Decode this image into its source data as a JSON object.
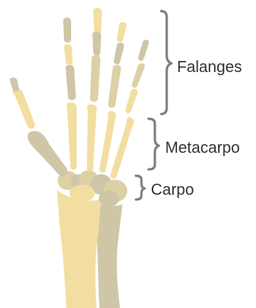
{
  "labels": {
    "phalanges": "Falanges",
    "metacarpus": "Metacarpo",
    "carpus": "Carpo"
  },
  "colors": {
    "bone_light": "#f2dea0",
    "bone_mid": "#dcd0a4",
    "bone_dark": "#cfc6a8",
    "bracket": "#7f7f7f",
    "text": "#333333"
  }
}
